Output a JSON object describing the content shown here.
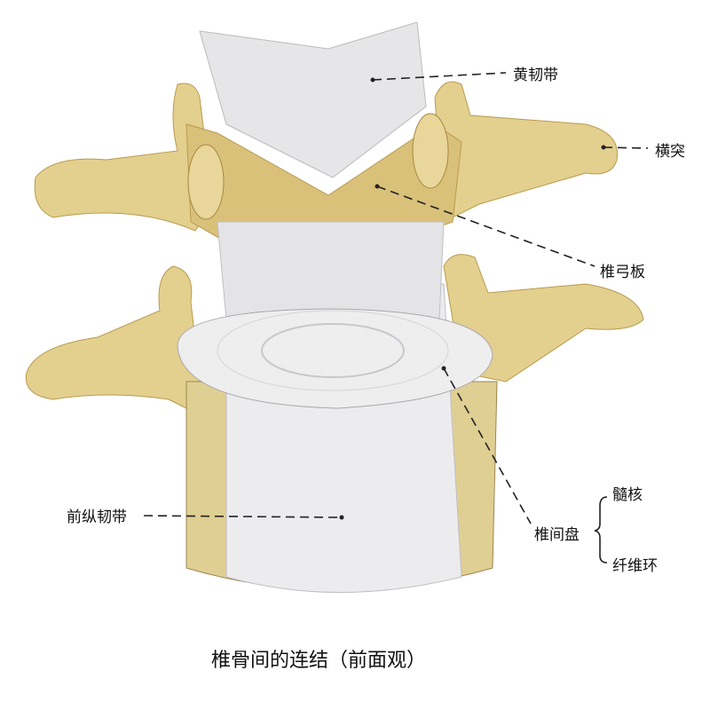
{
  "labels": {
    "ligamentum_flavum": "黄韧带",
    "transverse_process": "横突",
    "lamina": "椎弓板",
    "nucleus_pulposus": "髓核",
    "intervertebral_disc": "椎间盘",
    "annulus_fibrosus": "纤维环",
    "anterior_longitudinal_ligament": "前纵韧带"
  },
  "caption": "椎骨间的连结（前面观）",
  "colors": {
    "bone": "#e3d08f",
    "bone_shadow": "#b99a4e",
    "ligament": "#e9e9ea",
    "ligament_shadow": "#b9b6bc",
    "disc": "#eeeeef",
    "leader": "#222222"
  }
}
